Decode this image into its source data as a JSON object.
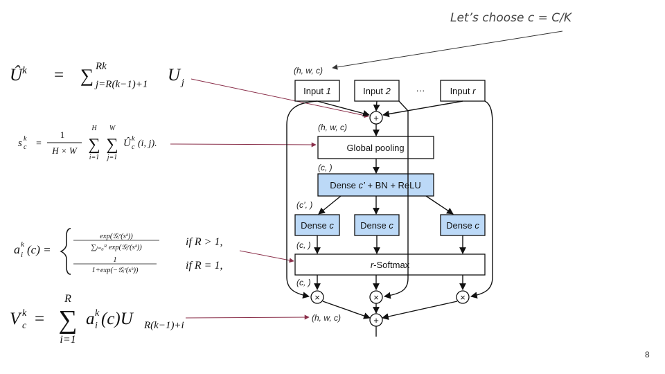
{
  "note": "Let’s choose c = C/K",
  "page_number": "8",
  "equations": {
    "u_hat": {
      "lhs": "Û",
      "lhs_sup": "k",
      "eq": "=",
      "sum": "∑",
      "sum_sup": "Rk",
      "sum_sub": "j=R(k−1)+1",
      "term": "U",
      "term_sub": "j"
    },
    "s": {
      "lhs": "s",
      "lhs_sub": "c",
      "lhs_sup": "k",
      "eq": "=",
      "frac_num": "1",
      "frac_den": "H × W",
      "sum1_top": "H",
      "sum1_bot": "i=1",
      "sum2_top": "W",
      "sum2_bot": "j=1",
      "term": "Û",
      "term_sub": "c",
      "term_sup": "k",
      "tail": "(i, j)."
    },
    "a": {
      "lhs": "a",
      "lhs_sub": "i",
      "lhs_sup": "k",
      "lhs_arg": "(c) =",
      "case1_num": "exp(𝒢ᵢᶜ(sᵏ))",
      "case1_den": "∑ⱼ₌₀ᴿ exp(𝒢ⱼᶜ(sᵏ))",
      "case1_cond": "if R > 1,",
      "case2_num": "1",
      "case2_den": "1+exp(−𝒢ᵢᶜ(sᵏ))",
      "case2_cond": "if R = 1,"
    },
    "v": {
      "lhs": "V",
      "lhs_sub": "c",
      "lhs_sup": "k",
      "eq": "=",
      "sum": "∑",
      "sum_top": "R",
      "sum_bot": "i=1",
      "term": "a",
      "term_sub": "i",
      "term_sup": "k",
      "tail": "(c)U",
      "tail_sub": "R(k−1)+i"
    }
  },
  "diagram": {
    "labels": {
      "input_dims": "(h, w, c)",
      "pool_dims": "(h, w, c)",
      "dense_dims": "(c, )",
      "branch_dims": "(c’, )",
      "softmax_dims": "(c, )",
      "mult_dims": "(c, )",
      "output_dims": "(h, w, c)"
    },
    "inputs": {
      "input1": {
        "prefix": "Input ",
        "index": "1"
      },
      "input2": {
        "prefix": "Input ",
        "index": "2"
      },
      "ellipsis": "···",
      "inputr": {
        "prefix": "Input ",
        "index": "r"
      }
    },
    "global_pooling": "Global pooling",
    "dense_main": {
      "prefix": "Dense ",
      "var": "c’",
      "suffix": " + BN + ReLU"
    },
    "dense_branches": [
      {
        "prefix": "Dense ",
        "var": "c"
      },
      {
        "prefix": "Dense ",
        "var": "c"
      },
      {
        "prefix": "Dense ",
        "var": "c"
      }
    ],
    "softmax": {
      "prefix": "r",
      "suffix": "-Softmax"
    },
    "plus_symbol": "+",
    "times_symbol": "×"
  },
  "colors": {
    "dense_fill": "#bcd9f7",
    "annotation_line": "#8a2f4a"
  }
}
